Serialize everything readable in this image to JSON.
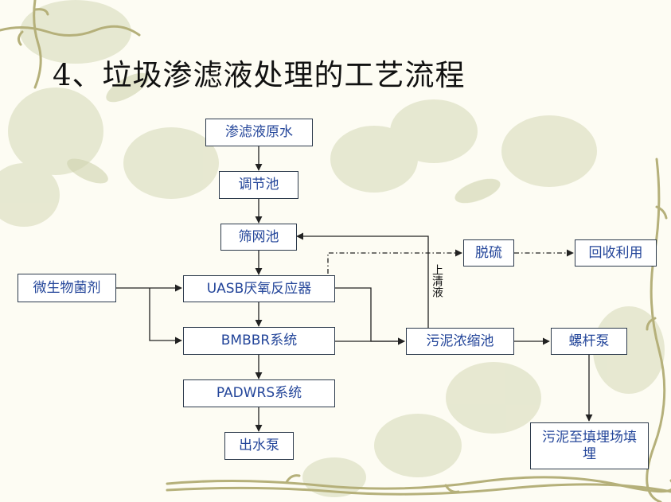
{
  "title": "4、垃圾渗滤液处理的工艺流程",
  "nodes": {
    "raw_water": "渗滤液原水",
    "regulating_tank": "调节池",
    "screen_tank": "筛网池",
    "uasb": "UASB厌氧反应器",
    "bmbbr": "BMBBR系统",
    "padwrs": "PADWRS系统",
    "outlet_pump": "出水泵",
    "microbial_agent": "微生物菌剂",
    "desulfurization": "脱硫",
    "recycling": "回收利用",
    "sludge_thickener": "污泥浓缩池",
    "screw_pump": "螺杆泵",
    "sludge_landfill": "污泥至填埋场填埋"
  },
  "labels": {
    "supernatant": "上清液"
  },
  "colors": {
    "node_text": "#24469a",
    "node_border": "#2c3a4c",
    "line": "#222222",
    "decor_vine": "#b5b07a",
    "decor_flower": "#d8dcc0"
  }
}
